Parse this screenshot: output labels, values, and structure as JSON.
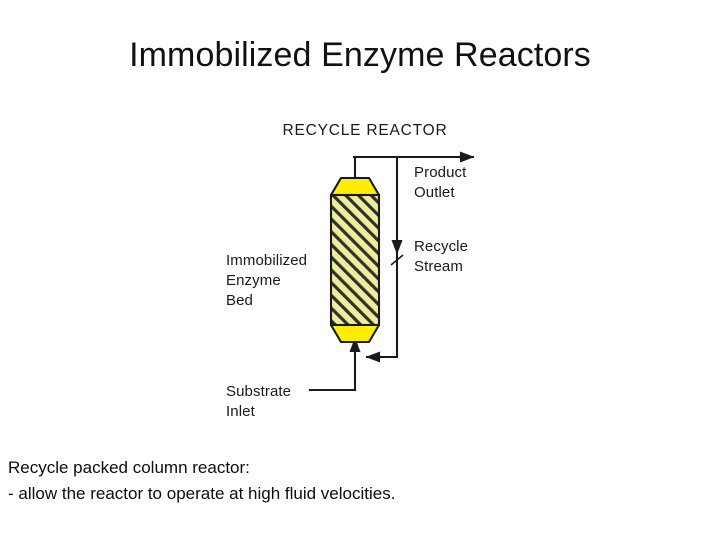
{
  "slide": {
    "title": "Immobilized Enzyme Reactors",
    "background_color": "#ffffff"
  },
  "diagram": {
    "heading": "RECYCLE REACTOR",
    "labels": {
      "bed_line1": "Immobilized",
      "bed_line2": "Enzyme",
      "bed_line3": "Bed",
      "product_line1": "Product",
      "product_line2": "Outlet",
      "recycle_line1": "Recycle",
      "recycle_line2": "Stream",
      "substrate_line1": "Substrate",
      "substrate_line2": "Inlet"
    },
    "colors": {
      "cap_yellow": "#ffee00",
      "bed_yellow": "#eeee99",
      "hatch_line": "#2b2b2b",
      "outline": "#1a1a1a"
    }
  },
  "caption": {
    "line1": "Recycle packed column reactor:",
    "line2": "- allow the reactor to operate at high fluid velocities."
  }
}
